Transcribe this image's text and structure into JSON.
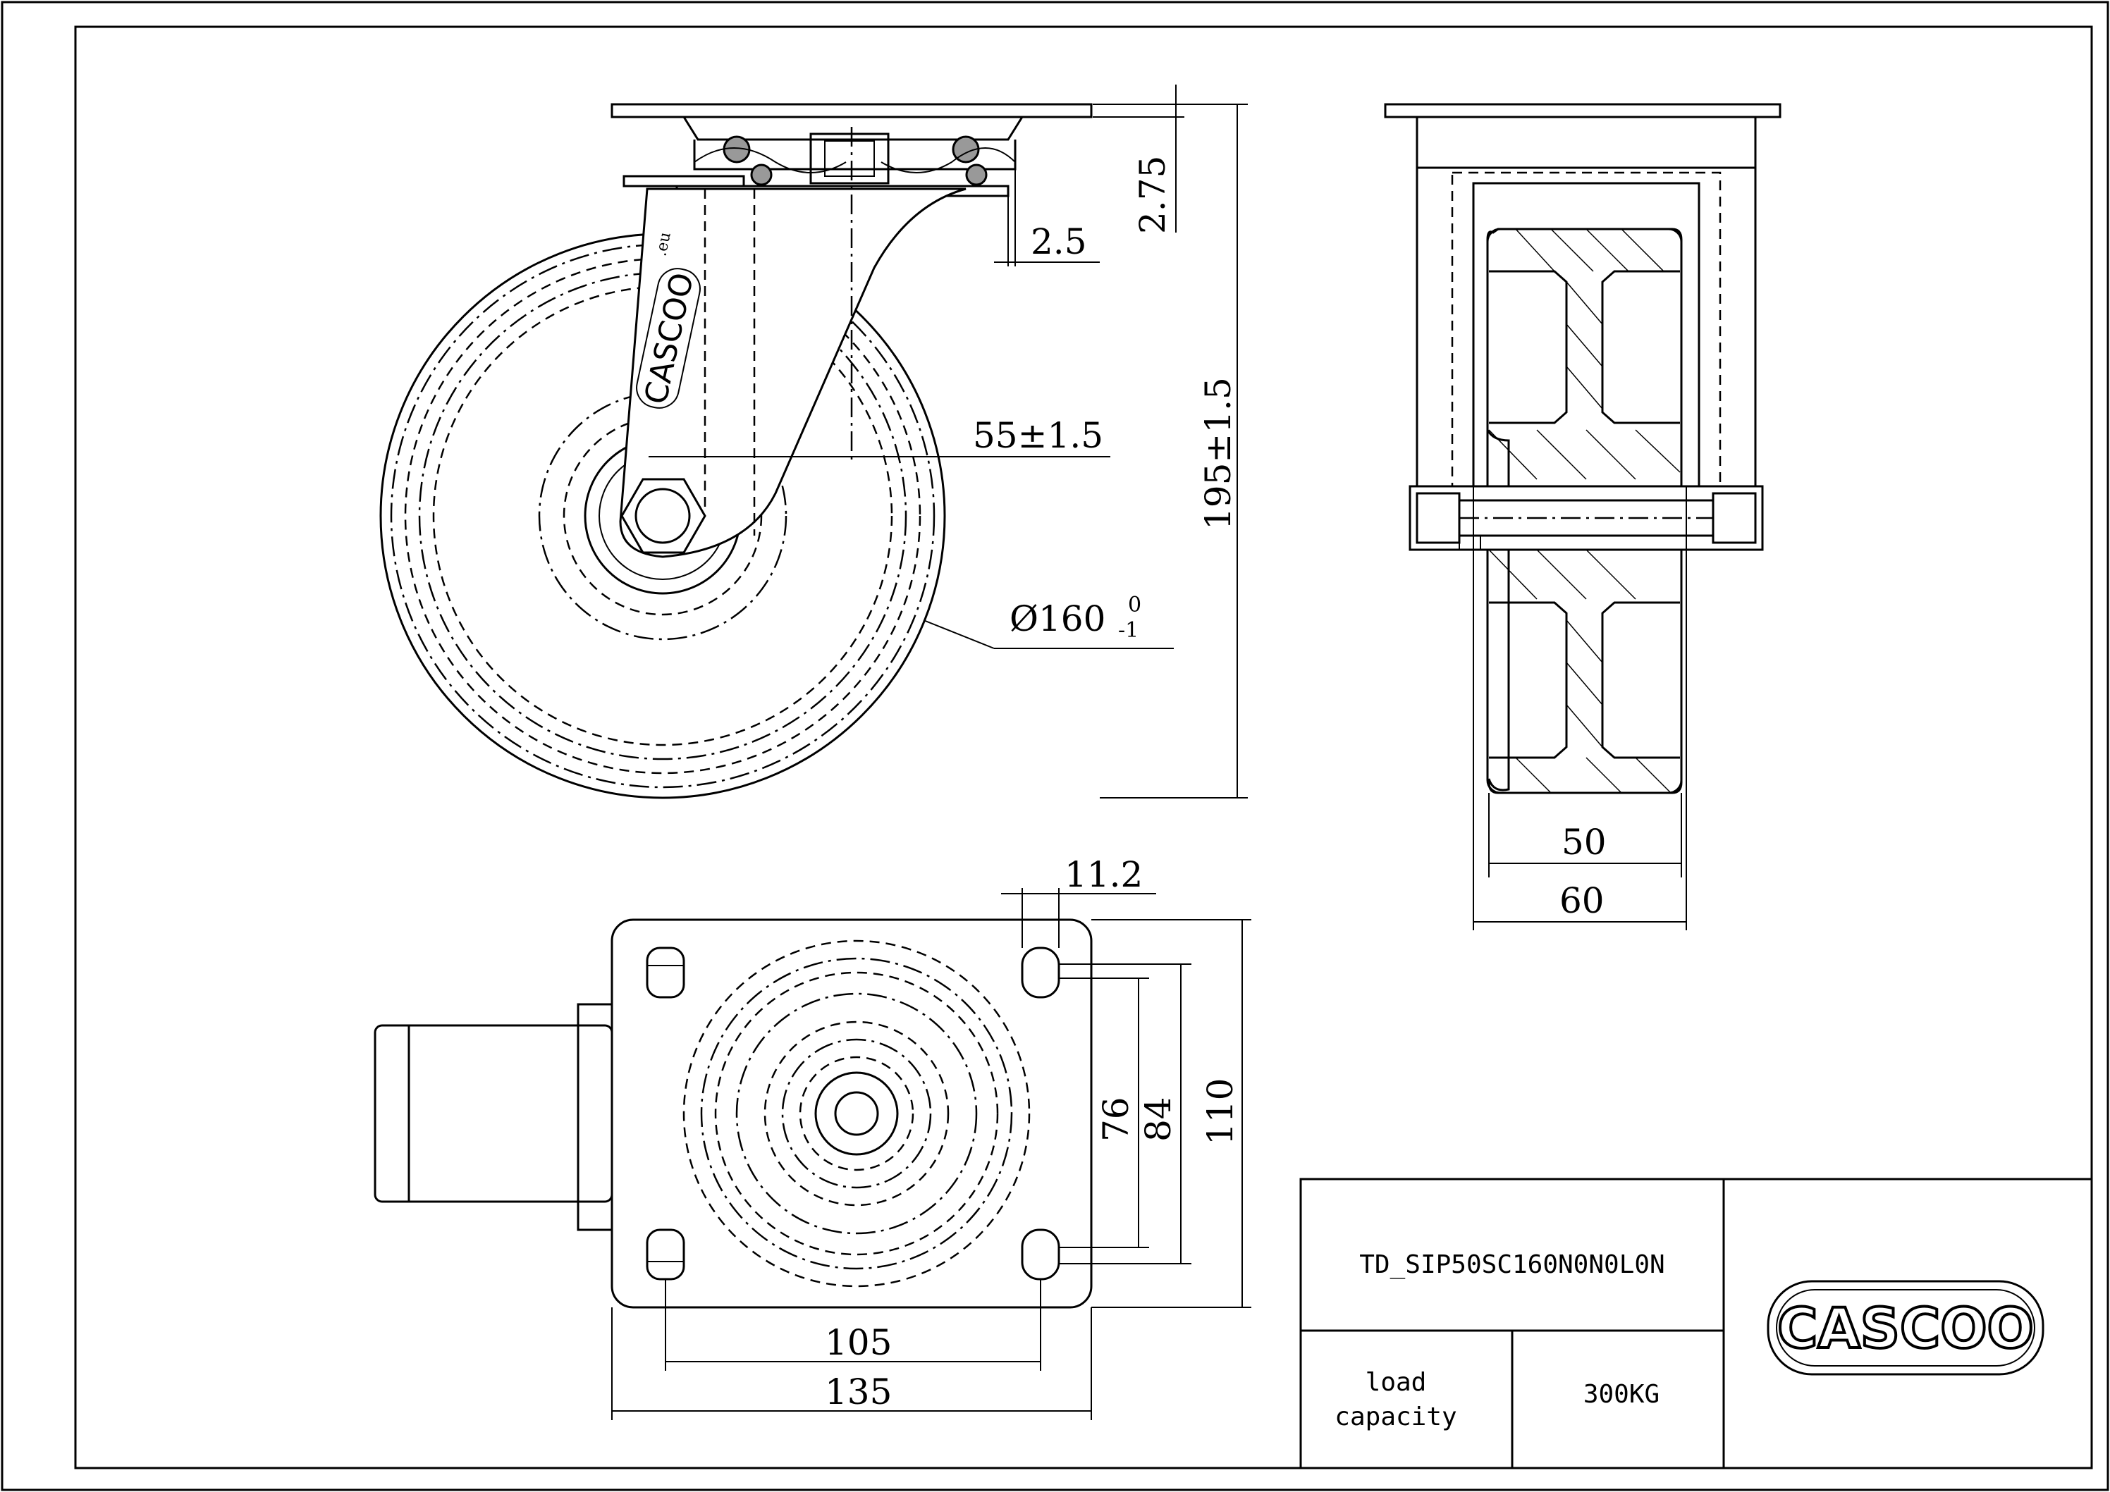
{
  "drawing": {
    "dimensions": {
      "swivel_plate_offset": "2.75",
      "plate_gap": "2.5",
      "swivel_offset": "55±1.5",
      "overall_height": "195±1.5",
      "wheel_diameter": "Ø160",
      "wheel_diameter_tol_upper": "0",
      "wheel_diameter_tol_lower": "-1",
      "wheel_width": "50",
      "fork_width": "60",
      "slot_offset": "11.2",
      "hole_spacing_short_a": "76",
      "hole_spacing_short_b": "84",
      "plate_width": "110",
      "hole_spacing_long": "105",
      "plate_length": "135"
    },
    "fork_logo": "CASCOO",
    "fork_logo_suffix": ".eu"
  },
  "title_block": {
    "part_number": "TD_SIP50SC160N0N0L0N",
    "load_label": "load\ncapacity",
    "load_label_line1": "load",
    "load_label_line2": "capacity",
    "load_value": "300KG",
    "brand": "CASCOO"
  }
}
